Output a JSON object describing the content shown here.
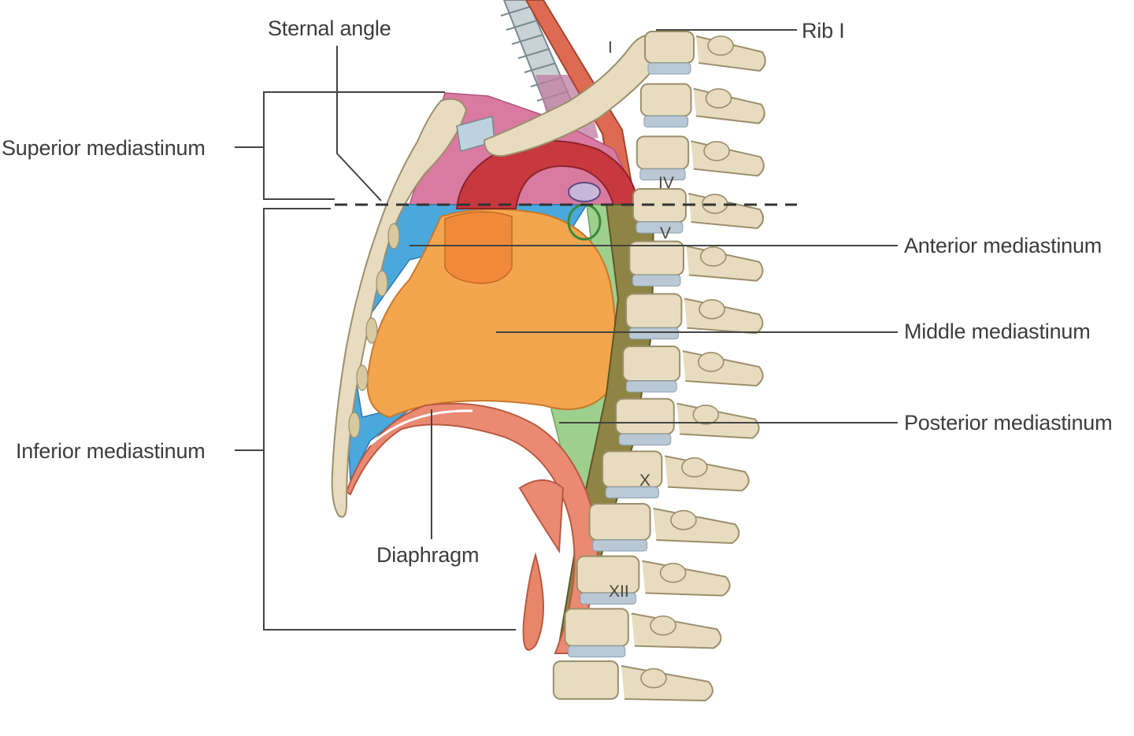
{
  "labels": {
    "sternal_angle": "Sternal angle",
    "rib_1": "Rib I",
    "superior_mediastinum": "Superior mediastinum",
    "inferior_mediastinum": "Inferior mediastinum",
    "anterior_mediastinum": "Anterior mediastinum",
    "middle_mediastinum": "Middle mediastinum",
    "posterior_mediastinum": "Posterior mediastinum",
    "diaphragm": "Diaphragm"
  },
  "vertebra_labels": {
    "rib_numeral": "I",
    "iv": "IV",
    "v": "V",
    "x": "X",
    "xii": "XII"
  },
  "colors": {
    "bone": "#e7dcbf",
    "bone_outline": "#9c8f6c",
    "disc": "#b9c8d4",
    "superior_region": "#d9769e",
    "anterior_region": "#4aa8dc",
    "middle_region": "#f3a64e",
    "posterior_region": "#9acd8a",
    "aorta": "#c7383f",
    "esophagus": "#8a8040",
    "diaphragm": "#e9826a",
    "trachea": "#b8c6cc",
    "leader_line": "#444444"
  }
}
